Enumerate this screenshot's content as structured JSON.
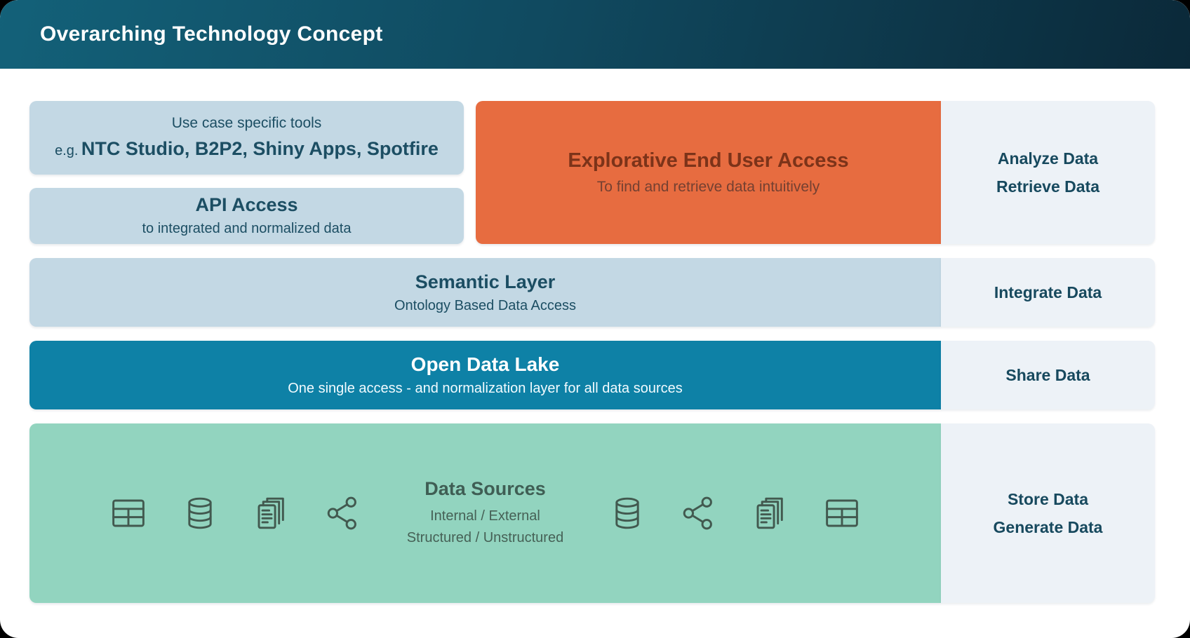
{
  "header": {
    "title": "Overarching Technology Concept"
  },
  "row1": {
    "tools_box": {
      "line1": "Use case specific tools",
      "eg_prefix": "e.g.",
      "examples": "NTC Studio, B2P2, Shiny Apps, Spotfire"
    },
    "api_box": {
      "title": "API Access",
      "subtitle": "to integrated and normalized data"
    },
    "explorative_box": {
      "title": "Explorative End User Access",
      "subtitle": "To find and retrieve data intuitively"
    },
    "panel": {
      "labels": [
        "Analyze Data",
        "Retrieve Data"
      ]
    }
  },
  "row2": {
    "box": {
      "title": "Semantic Layer",
      "subtitle": "Ontology Based Data Access"
    },
    "panel": {
      "labels": [
        "Integrate Data"
      ]
    }
  },
  "row3": {
    "box": {
      "title": "Open Data Lake",
      "subtitle": "One single access - and normalization layer for all data sources"
    },
    "panel": {
      "labels": [
        "Share Data"
      ]
    }
  },
  "row4": {
    "box": {
      "title": "Data Sources",
      "subtitle_line1": "Internal / External",
      "subtitle_line2": "Structured / Unstructured"
    },
    "icons_left": [
      "table-icon",
      "database-icon",
      "documents-icon",
      "share-icon"
    ],
    "icons_right": [
      "database-icon",
      "share-icon",
      "documents-icon",
      "table-icon"
    ],
    "panel": {
      "labels": [
        "Store Data",
        "Generate Data"
      ]
    }
  },
  "colors": {
    "header_gradient_start": "#136179",
    "header_gradient_end": "#0b2939",
    "light_blue": "#c3d8e4",
    "orange": "#e76c40",
    "teal": "#0e81a6",
    "green": "#92d4bf",
    "panel_bg": "#edf2f7",
    "dark_blue_text": "#1c4e63",
    "orange_title_text": "#7c3319",
    "green_text": "#3f5e54",
    "panel_text": "#17495e"
  }
}
